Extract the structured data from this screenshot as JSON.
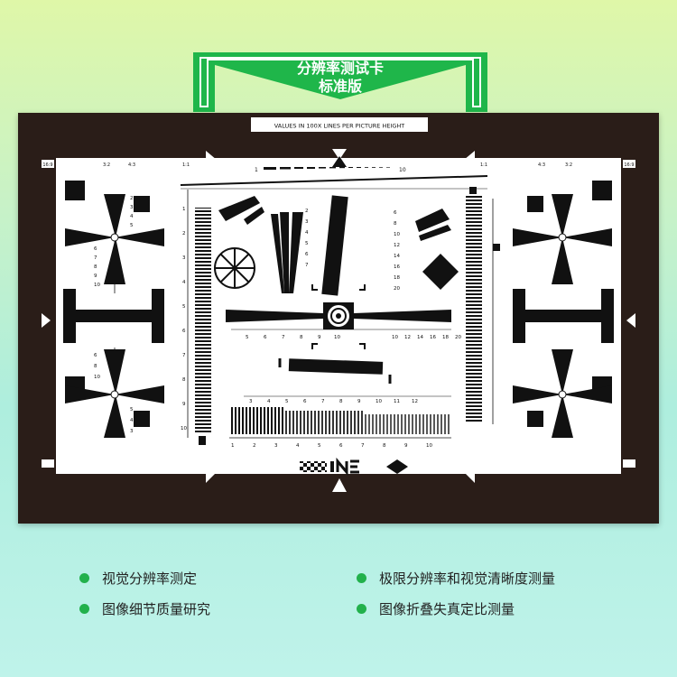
{
  "header": {
    "title_line1": "分辨率测试卡",
    "title_line2": "标准版",
    "accent": "#1fb64a"
  },
  "chart": {
    "banner": "VALUES IN 100X LINES PER PICTURE HEIGHT",
    "frame_color": "#2a1d18",
    "aspect_labels": [
      "16:9",
      "3:2",
      "4:3",
      "1:1",
      "1:1",
      "4:3",
      "3:2",
      "16:9"
    ],
    "top_scale": [
      "1",
      "10"
    ],
    "bottom_scale": [
      "1",
      "2",
      "3",
      "4",
      "5",
      "6",
      "7",
      "8",
      "9",
      "10"
    ],
    "mid_scale_left": [
      "5",
      "6",
      "7",
      "8",
      "9",
      "10"
    ],
    "mid_scale_right": [
      "10",
      "12",
      "14",
      "16",
      "18",
      "20"
    ],
    "fan_scale": [
      "2",
      "3",
      "4",
      "5",
      "6",
      "7",
      "8",
      "9",
      "10"
    ],
    "vertical_scale": [
      "1",
      "2",
      "3",
      "4",
      "5",
      "6",
      "7",
      "8",
      "9",
      "10"
    ],
    "right_scale": [
      "6",
      "8",
      "10",
      "12",
      "14",
      "16",
      "18",
      "20"
    ],
    "lower_scale": [
      "3",
      "4",
      "5",
      "6",
      "7",
      "8",
      "9",
      "10",
      "11",
      "12"
    ]
  },
  "features": [
    {
      "label": "视觉分辨率测定"
    },
    {
      "label": "极限分辨率和视觉清晰度测量"
    },
    {
      "label": "图像细节质量研究"
    },
    {
      "label": "图像折叠失真定比测量"
    }
  ]
}
